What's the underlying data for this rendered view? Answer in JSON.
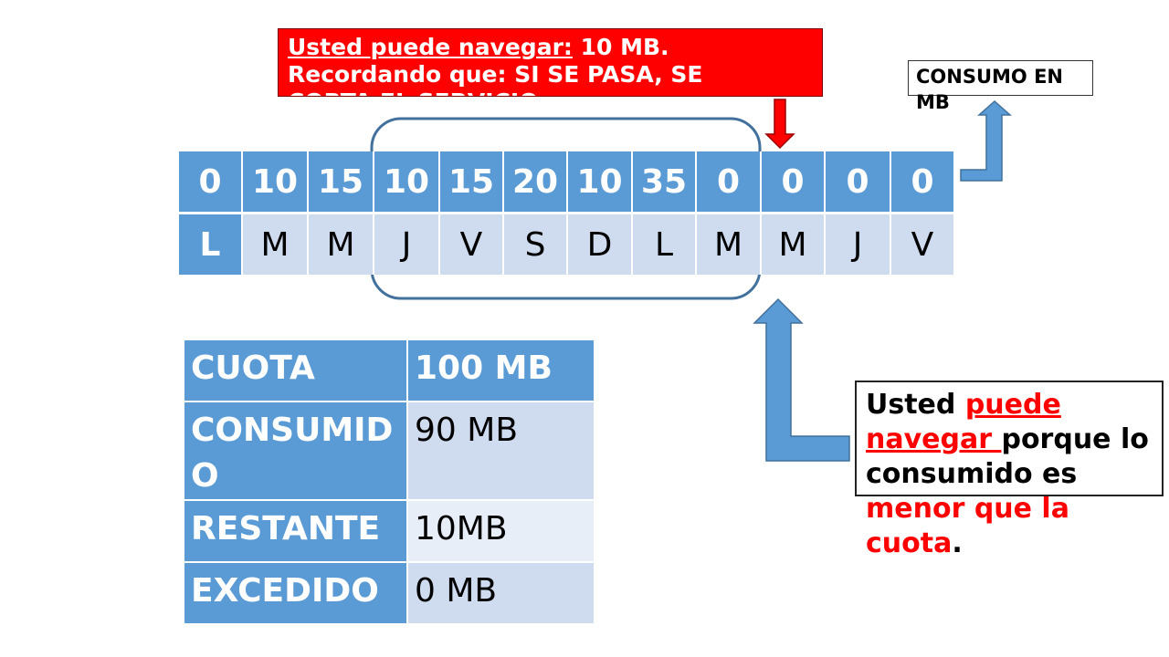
{
  "banner": {
    "underlined": "Usted puede navegar:",
    "line1_rest": " 10 MB.",
    "line2": "Recordando que: SI SE PASA, SE",
    "line3": "CORTA EL SERVICIO"
  },
  "consumo_label": "CONSUMO EN MB",
  "week": {
    "values": [
      "0",
      "10",
      "15",
      "10",
      "15",
      "20",
      "10",
      "35",
      "0",
      "0",
      "0",
      "0"
    ],
    "days": [
      "L",
      "M",
      "M",
      "J",
      "V",
      "S",
      "D",
      "L",
      "M",
      "M",
      "J",
      "V"
    ]
  },
  "quota_table": {
    "rows": [
      {
        "key": "CUOTA",
        "value": "100 MB"
      },
      {
        "key": "CONSUMIDO",
        "value": "90 MB"
      },
      {
        "key": "RESTANTE",
        "value": "10MB"
      },
      {
        "key": "EXCEDIDO",
        "value": "0 MB"
      }
    ]
  },
  "note": {
    "p1": "Usted ",
    "p2": "puede navegar ",
    "p3": "porque lo consumido es ",
    "p4": "menor que la cuota",
    "p5": "."
  },
  "colors": {
    "blue": "#5b9bd5",
    "light_blue": "#cfdbee",
    "red": "#ff0000"
  }
}
